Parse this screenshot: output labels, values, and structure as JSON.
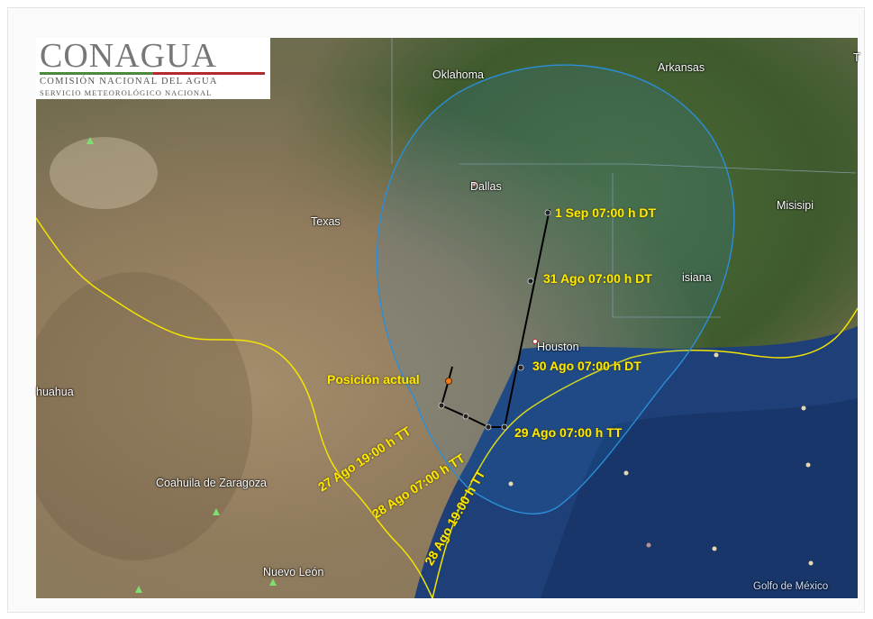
{
  "logo": {
    "name": "CONAGUA",
    "line1": "COMISIÓN NACIONAL DEL AGUA",
    "line2": "SERVICIO METEOROLÓGICO NACIONAL"
  },
  "places": {
    "oklahoma": "Oklahoma",
    "arkansas": "Arkansas",
    "dallas": "Dallas",
    "texas": "Texas",
    "misisipi": "Misisipi",
    "louisiana": "isiana",
    "houston": "Houston",
    "chihuahua": "huahua",
    "coahuila": "Coahuila de Zaragoza",
    "nuevo_leon": "Nuevo León",
    "golfo": "Golfo de México",
    "edge_t": "T"
  },
  "forecast": {
    "current": "Posición actual",
    "p_27_19": "27 Ago 19:00 h TT",
    "p_28_07": "28 Ago 07:00 h TT",
    "p_28_19": "28 Ago 19:00 h TT",
    "p_29_07": "29 Ago 07:00 h TT",
    "p_30_07": "30 Ago 07:00 h DT",
    "p_31_07": "31 Ago 07:00 h DT",
    "p_01_07": "1 Sep 07:00 h DT"
  },
  "colors": {
    "track": "#000000",
    "cone": "#2a8fd8",
    "labels": "#ffea00",
    "boundary": "#ffee00",
    "current_marker": "#f07a1a"
  }
}
